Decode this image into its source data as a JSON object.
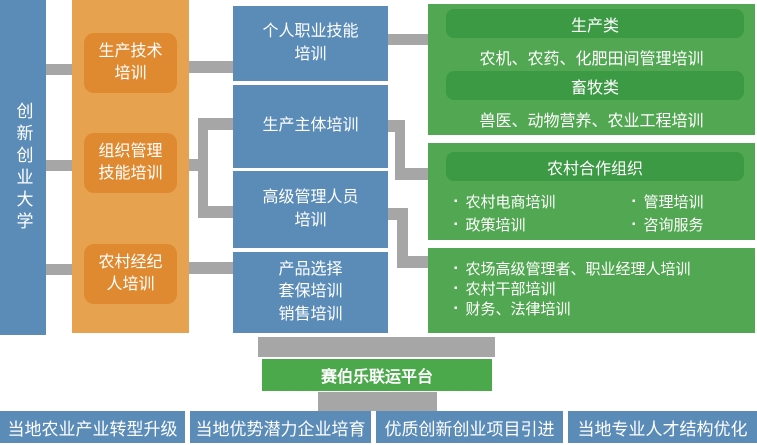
{
  "colors": {
    "blue": "#5b8cb8",
    "orange_light": "#e6a24f",
    "orange_dark": "#df8a31",
    "green_body": "#52a852",
    "green_header": "#3b9a43",
    "green_platform": "#4ba84b",
    "connector_gray": "#a6a6a6"
  },
  "university": "创新创业大学",
  "training_levels": [
    "生产技术\n培训",
    "组织管理\n技能培训",
    "农村经纪\n人培训"
  ],
  "programs": [
    "个人职业技能\n培训",
    "生产主体培训",
    "高级管理人员\n培训",
    "产品选择\n套保培训\n销售培训"
  ],
  "production_group": {
    "header1": "生产类",
    "line1": "农机、农药、化肥田间管理培训",
    "header2": "畜牧类",
    "line2": "兽医、动物营养、农业工程培训"
  },
  "coop_group": {
    "header": "农村合作组织",
    "bullets": [
      "农村电商培训",
      "管理培训",
      "政策培训",
      "咨询服务"
    ]
  },
  "manager_group": {
    "bullets": [
      "农场高级管理者、职业经理人培训",
      "农村干部培训",
      "财务、法律培训"
    ]
  },
  "platform": "赛伯乐联运平台",
  "outcomes": [
    "当地农业产业转型升级",
    "当地优势潜力企业培育",
    "优质创新创业项目引进",
    "当地专业人才结构优化"
  ],
  "bullet_icon": "▪"
}
